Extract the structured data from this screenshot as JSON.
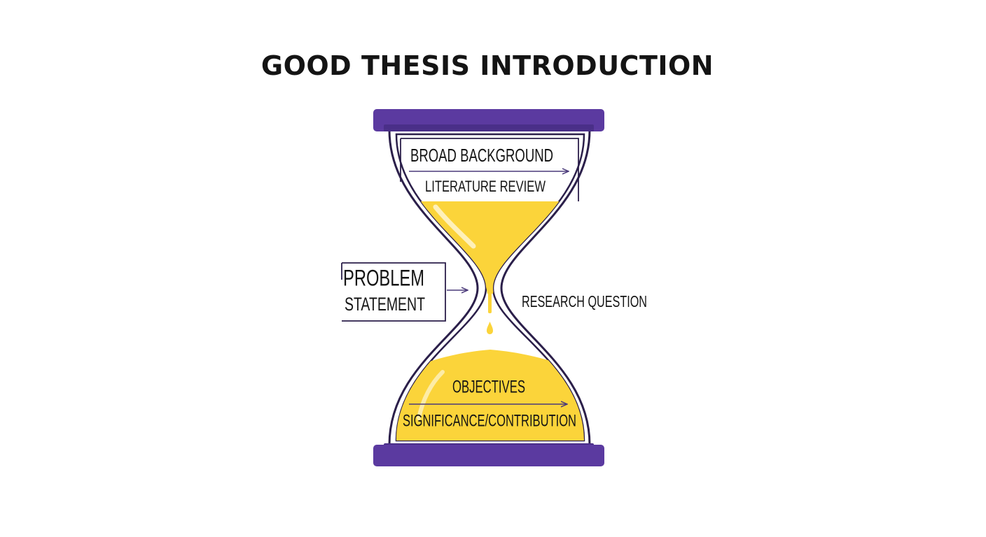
{
  "title": "GOOD THESIS INTRODUCTION",
  "stages": {
    "broad_background": "BROAD BACKGROUND",
    "literature_review": "LITERATURE REVIEW",
    "problem_statement_line1": "PROBLEM",
    "problem_statement_line2": "STATEMENT",
    "research_question": "RESEARCH QUESTION",
    "objectives": "OBJECTIVES",
    "significance": "SIGNIFICANCE/CONTRIBUTION"
  },
  "colors": {
    "frame_purple": "#5b3aa0",
    "sand_yellow": "#fbd43a",
    "outline": "#2b1f4a",
    "arrow": "#4a3a7a"
  }
}
